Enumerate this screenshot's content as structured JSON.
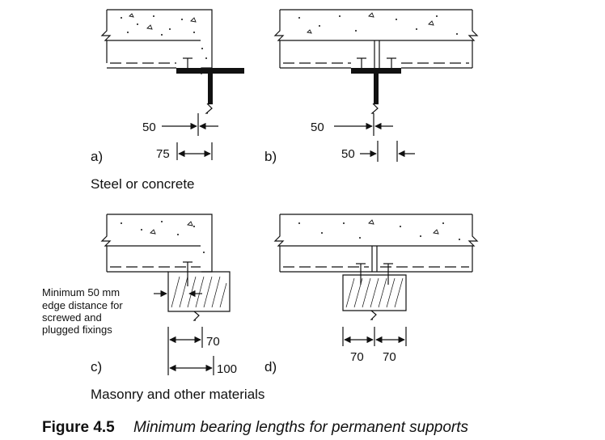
{
  "panels": {
    "a": {
      "label": "a)",
      "dim1": "50",
      "dim2": "75"
    },
    "b": {
      "label": "b)",
      "dim1": "50",
      "dim2": "50"
    },
    "c": {
      "label": "c)",
      "dim1": "70",
      "dim2": "100",
      "note": [
        "Minimum 50 mm",
        "edge distance for",
        "screwed and",
        "plugged fixings"
      ]
    },
    "d": {
      "label": "d)",
      "dim1": "70",
      "dim2": "70"
    }
  },
  "group_labels": {
    "top": "Steel or concrete",
    "bottom": "Masonry and other materials"
  },
  "caption": {
    "number": "Figure 4.5",
    "title": "Minimum bearing lengths for permanent supports"
  }
}
